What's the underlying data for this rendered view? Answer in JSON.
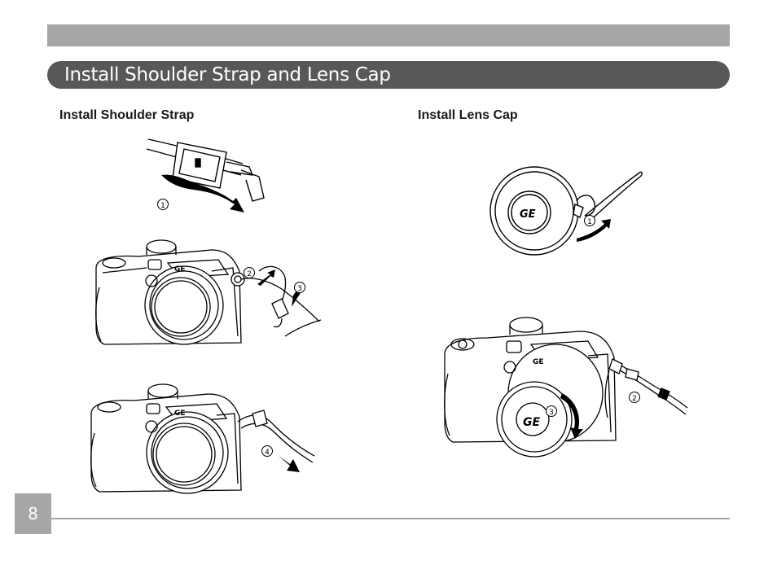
{
  "header": {
    "title": "Install Shoulder Strap and Lens Cap"
  },
  "sections": {
    "shoulder_strap": {
      "title": "Install Shoulder Strap",
      "steps": [
        "1",
        "2",
        "3",
        "4"
      ]
    },
    "lens_cap": {
      "title": "Install Lens Cap",
      "steps": [
        "1",
        "2",
        "3"
      ]
    }
  },
  "brand": {
    "logo_text": "GE"
  },
  "footer": {
    "page_number": "8"
  },
  "colors": {
    "header_bar": "#a6a6a6",
    "title_bar": "#58585a",
    "page_box": "#a6a6a6"
  }
}
